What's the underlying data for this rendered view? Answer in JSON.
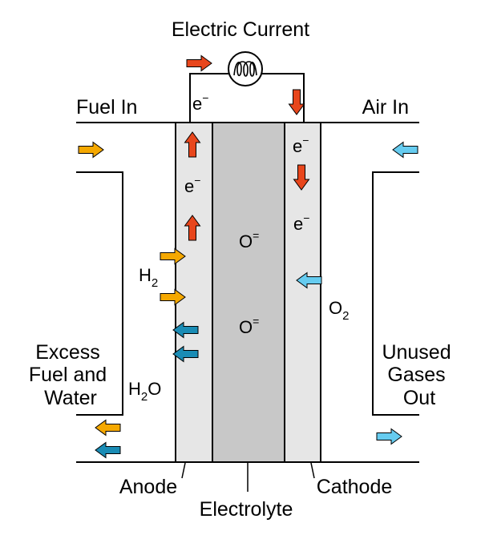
{
  "title": "Electric Current",
  "inlets": {
    "fuel_in": "Fuel In",
    "air_in": "Air In"
  },
  "outlets": {
    "excess": [
      "Excess",
      "Fuel and",
      "Water"
    ],
    "unused": [
      "Unused",
      "Gases",
      "Out"
    ]
  },
  "species": {
    "electron": "e",
    "electron_charge": "−",
    "h2": "H",
    "h2_sub": "2",
    "h2o_h": "H",
    "h2o_sub": "2",
    "h2o_o": "O",
    "o2": "O",
    "o2_sub": "2",
    "oxide": "O",
    "oxide_charge": "="
  },
  "components": {
    "anode": "Anode",
    "electrolyte": "Electrolyte",
    "cathode": "Cathode"
  },
  "colors": {
    "electron_arrow": "#e8461c",
    "fuel_arrow": "#f5a800",
    "water_arrow": "#1a8cb5",
    "air_arrow": "#66ccf0",
    "electrode": "#e6e6e6",
    "electrolyte": "#c8c8c8"
  }
}
